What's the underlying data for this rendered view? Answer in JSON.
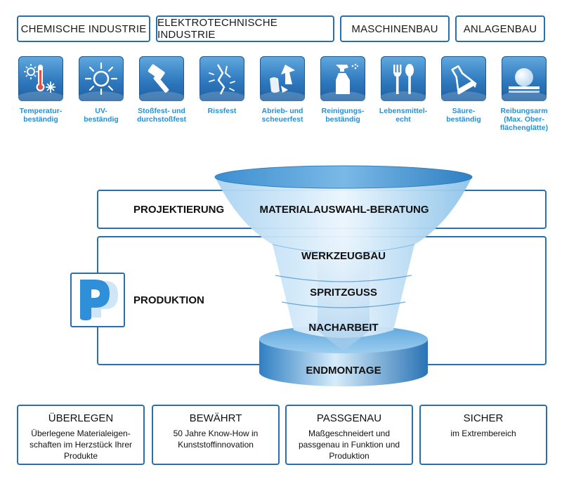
{
  "industries": [
    {
      "label": "CHEMISCHE INDUSTRIE"
    },
    {
      "label": "ELEKTROTECHNISCHE INDUSTRIE"
    },
    {
      "label": "MASCHINENBAU"
    },
    {
      "label": "ANLAGENBAU"
    }
  ],
  "properties": [
    {
      "label": "Temperatur-\nbeständig",
      "icon": "thermometer-sun-snowflake-icon"
    },
    {
      "label": "UV-\nbeständig",
      "icon": "sun-icon"
    },
    {
      "label": "Stoßfest- und\ndurchstoßfest",
      "icon": "hammer-icon"
    },
    {
      "label": "Rissfest",
      "icon": "crack-icon"
    },
    {
      "label": "Abrieb- und\nscheuerfest",
      "icon": "abrasion-arrows-icon"
    },
    {
      "label": "Reinigungs-\nbeständig",
      "icon": "spray-bottle-icon"
    },
    {
      "label": "Lebensmittel-\necht",
      "icon": "fork-spoon-icon"
    },
    {
      "label": "Säure-\nbeständig",
      "icon": "flask-drop-icon"
    },
    {
      "label": "Reibungsarm\n(Max. Ober-\nflächenglätte)",
      "icon": "smooth-sphere-icon"
    }
  ],
  "phases": {
    "planning": "PROJEKTIERUNG",
    "production": "PRODUKTION"
  },
  "steps": {
    "consulting": "MATERIALAUSWAHL-BERATUNG",
    "tooling": "WERKZEUGBAU",
    "injection": "SPRITZGUSS",
    "finishing": "NACHARBEIT",
    "assembly": "ENDMONTAGE"
  },
  "colors": {
    "frame": "#2a6fa8",
    "icon_tile": "#2f79bf",
    "label_blue": "#2a8fd0",
    "funnel_light": "#dceefa",
    "funnel_mid": "#7fbde6",
    "funnel_dark": "#2e7fc2"
  },
  "benefits": [
    {
      "title": "ÜBERLEGEN",
      "text": "Überlegene Materialeigen-\nschaften im Herzstück Ihrer\nProdukte"
    },
    {
      "title": "BEWÄHRT",
      "text": "50 Jahre Know-How in\nKunststoffinnovation"
    },
    {
      "title": "PASSGENAU",
      "text": "Maßgeschneidert und\npassgenau in Funktion und\nProduktion"
    },
    {
      "title": "SICHER",
      "text": "im Extrembereich"
    }
  ]
}
